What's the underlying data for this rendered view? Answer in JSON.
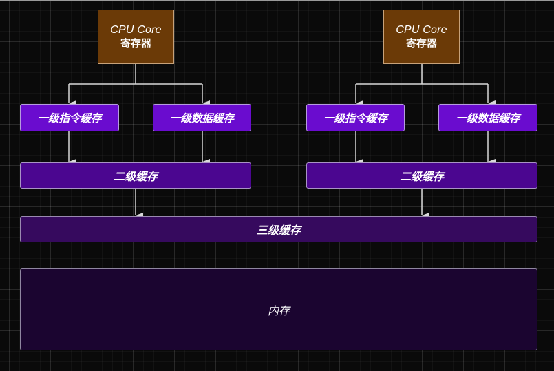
{
  "diagram": {
    "cores": [
      {
        "cpu_label": "CPU Core",
        "register_label": "寄存器",
        "l1_instruction": "一级指令缓存",
        "l1_data": "一级数据缓存",
        "l2": "二级缓存"
      },
      {
        "cpu_label": "CPU Core",
        "register_label": "寄存器",
        "l1_instruction": "一级指令缓存",
        "l1_data": "一级数据缓存",
        "l2": "二级缓存"
      }
    ],
    "l3": "三级缓存",
    "memory": "内存",
    "colors": {
      "cpu": "#6b3a07",
      "l1": "#6a0ccf",
      "l2": "#4b0690",
      "l3": "#360a5e",
      "memory": "#1b0530",
      "arrow": "#d8d8d8"
    }
  }
}
